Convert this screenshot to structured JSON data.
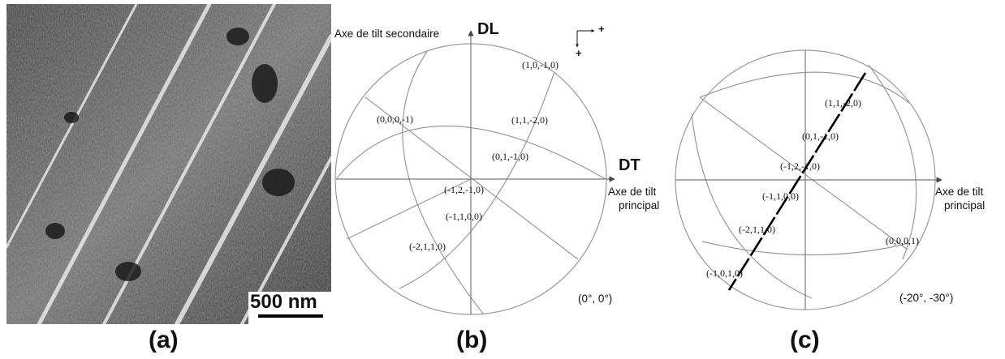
{
  "panel_a": {
    "label": "(a)",
    "scale_bar": "500 nm"
  },
  "panel_b": {
    "label": "(b)",
    "axis_vertical": "DL",
    "axis_horizontal": "DT",
    "secondary_axis": "Axe de tilt secondaire",
    "principal_axis_line1": "Axe de tilt",
    "principal_axis_line2": "principal",
    "sign_plus_h": "+",
    "sign_plus_v": "+",
    "angles": "(0°, 0°)",
    "poles": {
      "p1010": "(1,0,-1,0)",
      "p0001": "(0,0,0,-1)",
      "p1120": "(1,1,-2,0)",
      "p0110": "(0,1,-1,0)",
      "p1210": "(-1,2,-1,0)",
      "p1100": "(-1,1,0,0)",
      "p2110": "(-2,1,1,0)"
    }
  },
  "panel_c": {
    "label": "(c)",
    "principal_axis_line1": "Axe de tilt",
    "principal_axis_line2": "principal",
    "angles": "(-20°, -30°)",
    "poles": {
      "p1120": "(1,1,-2,0)",
      "p0110": "(0,1,-1,0)",
      "p1210": "(-1,2,-1,0)",
      "p1100": "(-1,1,0,0)",
      "p2110": "(-2,1,1,0)",
      "p1010": "(-1,0,1,0)",
      "p0001": "(0,0,0,1)"
    }
  },
  "colors": {
    "line": "#9a9a9a",
    "axis": "#7a7a7a",
    "text": "#111111",
    "trace": "#000000"
  }
}
